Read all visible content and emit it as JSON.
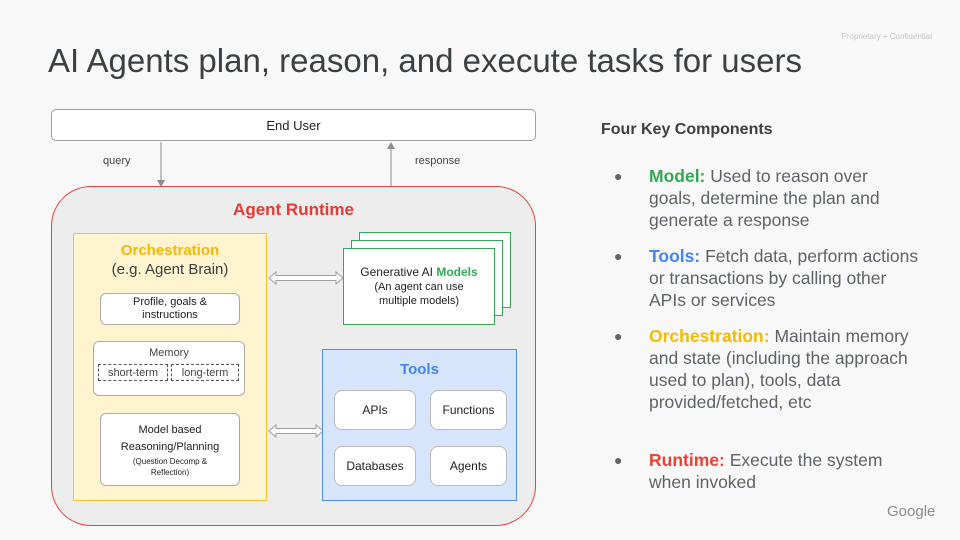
{
  "slide": {
    "confidential": "Proprietary + Confidential",
    "title": "AI Agents plan, reason, and execute tasks for users",
    "logo_text": "Google"
  },
  "diagram": {
    "end_user": "End User",
    "query_label": "query",
    "response_label": "response",
    "runtime_title": "Agent Runtime",
    "orchestration": {
      "title": "Orchestration",
      "subtitle": "(e.g. Agent Brain)",
      "profile": [
        "Profile, goals &",
        "instructions"
      ],
      "memory_label": "Memory",
      "short_term": "short-term",
      "long_term": "long-term",
      "reasoning": [
        "Model based",
        "Reasoning/Planning"
      ],
      "reasoning_sub": [
        "(Question Decomp &",
        "Reflection)"
      ]
    },
    "models": {
      "prefix": "Generative AI ",
      "keyword": "Models",
      "sub": [
        "(An agent can use",
        "multiple models)"
      ]
    },
    "tools": {
      "title": "Tools",
      "items": [
        "APIs",
        "Functions",
        "Databases",
        "Agents"
      ]
    }
  },
  "components": {
    "title": "Four Key Components",
    "bullet_glyph": "●",
    "items": [
      {
        "keyword": "Model:",
        "text": " Used to reason over goals, determine the plan and generate a response",
        "color": "#34a853"
      },
      {
        "keyword": "Tools:",
        "text": " Fetch data, perform actions or transactions by calling other APIs or services",
        "color": "#4285f4"
      },
      {
        "keyword": "Orchestration:",
        "text": " Maintain memory and state (including the approach used to plan), tools, data provided/fetched, etc",
        "color": "#f6b900"
      },
      {
        "keyword": "Runtime:",
        "text": " Execute the system when invoked",
        "color": "#ea4335"
      }
    ]
  },
  "colors": {
    "runtime_red": "#e53935",
    "orchestration_yellow": "#f6b900",
    "models_green": "#34a853",
    "tools_blue": "#4285f4"
  }
}
